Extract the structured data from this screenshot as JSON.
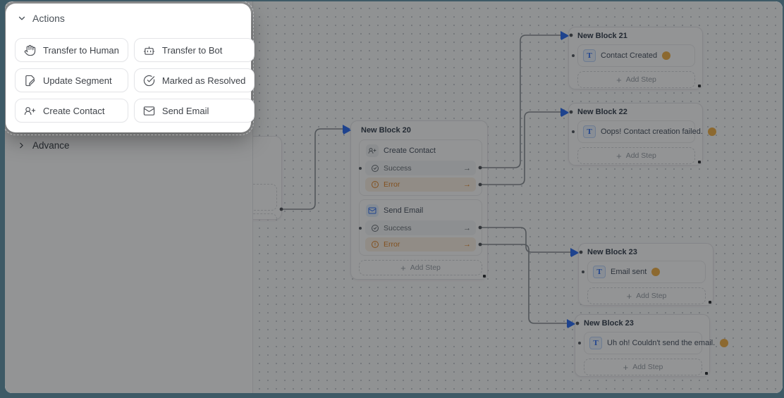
{
  "panel": {
    "title": "Actions",
    "items": [
      {
        "label": "Transfer to Human"
      },
      {
        "label": "Transfer to Bot"
      },
      {
        "label": "Update Segment"
      },
      {
        "label": "Marked as Resolved"
      },
      {
        "label": "Create Contact"
      },
      {
        "label": "Send Email"
      }
    ]
  },
  "sidebar": {
    "advance_label": "Advance"
  },
  "canvas": {
    "add_step_label": "Add Step",
    "plus_glyph": "+",
    "port_arrow_glyph": "→",
    "text_icon_glyph": "T",
    "blocks": [
      {
        "title": "New Block 20",
        "steps": [
          {
            "name": "Create Contact",
            "outputs": [
              {
                "label": "Success"
              },
              {
                "label": "Error"
              }
            ]
          },
          {
            "name": "Send Email",
            "outputs": [
              {
                "label": "Success"
              },
              {
                "label": "Error"
              }
            ]
          }
        ]
      },
      {
        "title": "New Block 21",
        "message": "Contact Created",
        "emoji": "🥳"
      },
      {
        "title": "New Block 22",
        "message": "Oops! Contact creation failed.",
        "emoji": "😕"
      },
      {
        "title": "New Block 23",
        "message": "Email sent",
        "emoji": "👍"
      },
      {
        "title": "New Block 23",
        "message": "Uh oh! Couldn't send the email.",
        "emoji": "😟"
      }
    ]
  },
  "colors": {
    "accent_blue": "#2f6ff2",
    "error_orange": "#e0872e",
    "frame_teal": "#3e5a66",
    "overlay": "rgba(10,12,14,0.44)"
  }
}
